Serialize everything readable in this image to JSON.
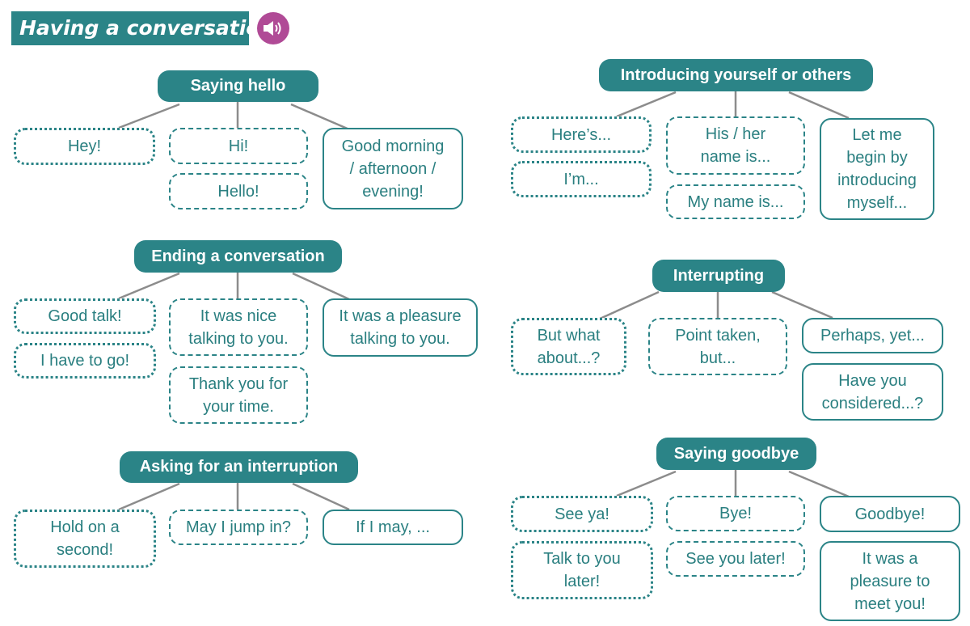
{
  "title": "Having a conversation",
  "audio_icon": "speaker-icon",
  "colors": {
    "teal": "#2b8487",
    "audio": "#b04a96",
    "connector": "#8c8c8c"
  },
  "groups": {
    "saying_hello": {
      "header": "Saying hello",
      "phrases": [
        "Hey!",
        "Hi!",
        "Hello!",
        "Good morning\n/ afternoon /\nevening!"
      ]
    },
    "introducing": {
      "header": "Introducing yourself or others",
      "phrases": [
        "Here’s...",
        "I’m...",
        "His / her\nname is...",
        "My name is...",
        "Let me\nbegin by\nintroducing\nmyself..."
      ]
    },
    "ending": {
      "header": "Ending a conversation",
      "phrases": [
        "Good talk!",
        "I have to go!",
        "It was nice\ntalking to you.",
        "Thank you for\nyour time.",
        "It was a pleasure\ntalking to you."
      ]
    },
    "interrupting": {
      "header": "Interrupting",
      "phrases": [
        "But what\nabout...?",
        "Point taken,\nbut...",
        "Perhaps, yet...",
        "Have you\nconsidered...?"
      ]
    },
    "asking": {
      "header": "Asking for an interruption",
      "phrases": [
        "Hold on a\nsecond!",
        "May I jump in?",
        "If I may, ..."
      ]
    },
    "goodbye": {
      "header": "Saying goodbye",
      "phrases": [
        "See ya!",
        "Talk to you\nlater!",
        "Bye!",
        "See you later!",
        "Goodbye!",
        "It was a\npleasure to\nmeet you!"
      ]
    }
  }
}
